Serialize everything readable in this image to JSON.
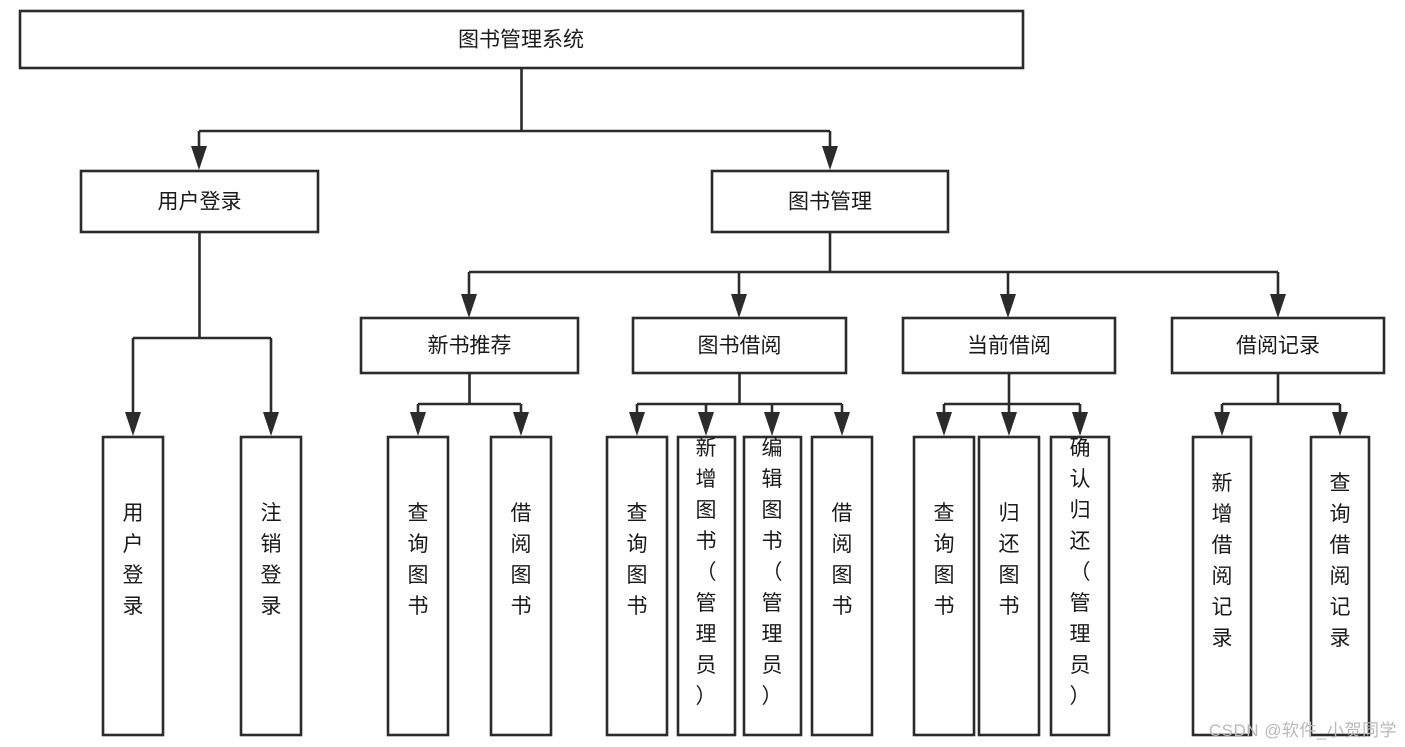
{
  "diagram": {
    "type": "hierarchy-tree",
    "title": "图书管理系统",
    "background_color": "#ffffff",
    "line_color": "#2b2b2b",
    "text_color": "#1a1a1a",
    "orientation": "top-down",
    "levels": 4
  },
  "nodes": {
    "root": {
      "label": "图书管理系统",
      "level": 0,
      "orientation": "horizontal"
    },
    "l1": [
      {
        "id": "user-login",
        "label": "用户登录",
        "level": 1,
        "orientation": "horizontal"
      },
      {
        "id": "book-manage",
        "label": "图书管理",
        "level": 1,
        "orientation": "horizontal"
      }
    ],
    "l2": [
      {
        "id": "new-book-recommend",
        "label": "新书推荐",
        "level": 2,
        "orientation": "horizontal",
        "parent": "book-manage"
      },
      {
        "id": "book-borrow",
        "label": "图书借阅",
        "level": 2,
        "orientation": "horizontal",
        "parent": "book-manage"
      },
      {
        "id": "current-borrow",
        "label": "当前借阅",
        "level": 2,
        "orientation": "horizontal",
        "parent": "book-manage"
      },
      {
        "id": "borrow-record",
        "label": "借阅记录",
        "level": 2,
        "orientation": "horizontal",
        "parent": "book-manage"
      }
    ],
    "leaves": [
      {
        "id": "leaf-user-login",
        "label": "用户登录",
        "parent": "user-login",
        "orientation": "vertical"
      },
      {
        "id": "leaf-user-logout",
        "label": "注销登录",
        "parent": "user-login",
        "orientation": "vertical"
      },
      {
        "id": "leaf-query-book-1",
        "label": "查询图书",
        "parent": "new-book-recommend",
        "orientation": "vertical"
      },
      {
        "id": "leaf-borrow-book-1",
        "label": "借阅图书",
        "parent": "new-book-recommend",
        "orientation": "vertical"
      },
      {
        "id": "leaf-query-book-2",
        "label": "查询图书",
        "parent": "book-borrow",
        "orientation": "vertical"
      },
      {
        "id": "leaf-add-book",
        "label": "新增图书（管理员）",
        "parent": "book-borrow",
        "orientation": "vertical"
      },
      {
        "id": "leaf-edit-book",
        "label": "编辑图书（管理员）",
        "parent": "book-borrow",
        "orientation": "vertical"
      },
      {
        "id": "leaf-borrow-book-2",
        "label": "借阅图书",
        "parent": "book-borrow",
        "orientation": "vertical"
      },
      {
        "id": "leaf-query-book-3",
        "label": "查询图书",
        "parent": "current-borrow",
        "orientation": "vertical"
      },
      {
        "id": "leaf-return-book",
        "label": "归还图书",
        "parent": "current-borrow",
        "orientation": "vertical"
      },
      {
        "id": "leaf-confirm-return",
        "label": "确认归还（管理员）",
        "parent": "current-borrow",
        "orientation": "vertical"
      },
      {
        "id": "leaf-add-record",
        "label": "新增借阅记录",
        "parent": "borrow-record",
        "orientation": "vertical"
      },
      {
        "id": "leaf-query-record",
        "label": "查询借阅记录",
        "parent": "borrow-record",
        "orientation": "vertical"
      }
    ]
  },
  "watermark": {
    "text": "CSDN @软件_小贺同学",
    "color": "#b9b9b9"
  }
}
